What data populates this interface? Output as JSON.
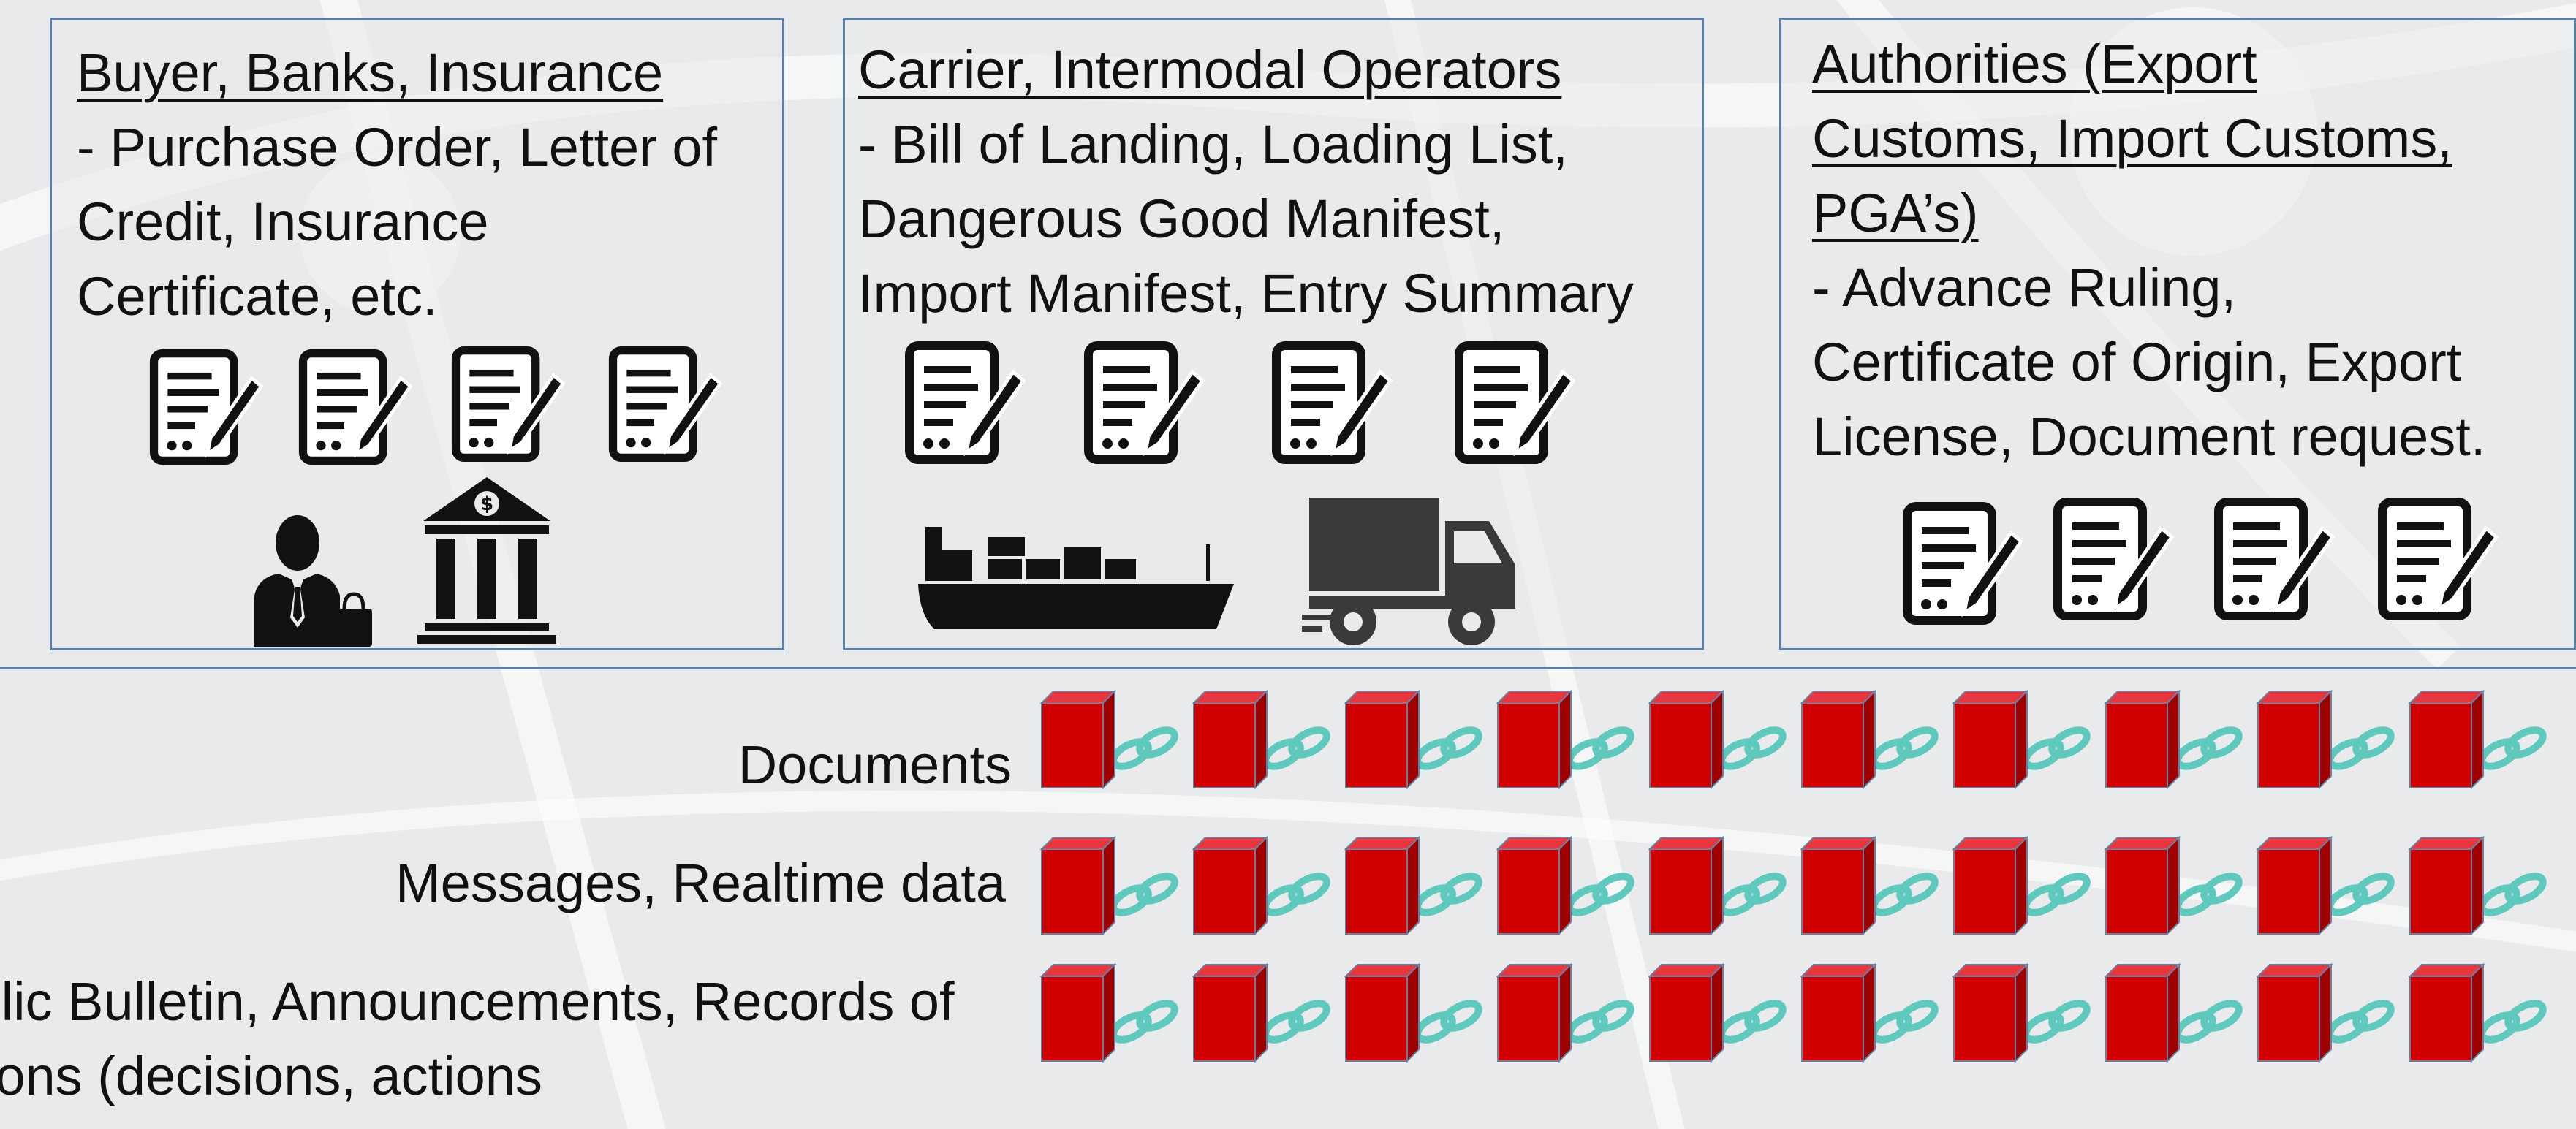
{
  "panels": {
    "buyer": {
      "heading": "Buyer, Banks, Insurance",
      "lines": [
        "- Purchase Order, Letter of",
        "Credit, Insurance",
        "Certificate, etc."
      ]
    },
    "carrier": {
      "heading": "Carrier, Intermodal Operators",
      "lines": [
        "- Bill of Landing, Loading List,",
        "Dangerous Good Manifest,",
        "Import Manifest, Entry Summary"
      ]
    },
    "authority": {
      "heading_lines": [
        "Authorities (Export",
        "Customs, Import Customs,",
        "PGA’s)"
      ],
      "lines": [
        "- Advance Ruling,",
        "Certificate of Origin, Export",
        "License, Document request."
      ]
    }
  },
  "ledger_rows": [
    {
      "label_lines": [
        "Documents"
      ]
    },
    {
      "label_lines": [
        "Messages, Realtime data"
      ]
    },
    {
      "label_lines": [
        "Public Bulletin, Announcements, Records of",
        "Actions (decisions, actions"
      ]
    }
  ],
  "icons": {
    "document": "document-edit-icon",
    "businessman": "businessman-icon",
    "bank": "bank-icon",
    "ship": "cargo-ship-icon",
    "truck": "truck-icon",
    "block": "block-cube-icon",
    "chain": "chain-link-icon"
  },
  "colors": {
    "panel_border": "#5b7fa6",
    "block_red": "#d10000",
    "chain_teal": "#5ec9bc",
    "icon_black": "#111111"
  }
}
